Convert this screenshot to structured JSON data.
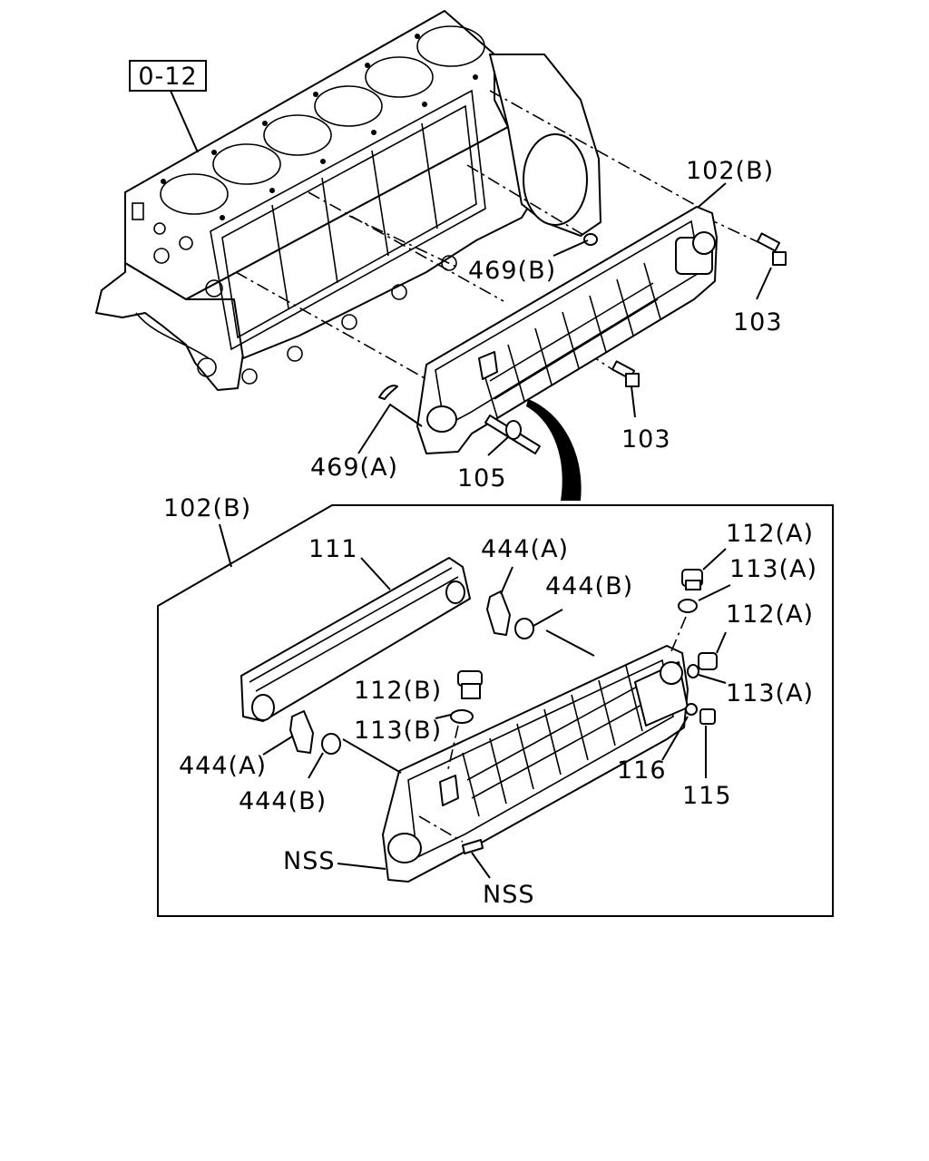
{
  "diagram": {
    "reference_box": "0-12",
    "labels": {
      "l102b_top": "102(B)",
      "l103_a": "103",
      "l469b": "469(B)",
      "l103_b": "103",
      "l469a": "469(A)",
      "l105": "105",
      "l102b_box": "102(B)",
      "l111": "111",
      "l444a_top": "444(A)",
      "l444b_top": "444(B)",
      "l112a_1": "112(A)",
      "l113a_1": "113(A)",
      "l112a_2": "112(A)",
      "l113a_2": "113(A)",
      "l112b": "112(B)",
      "l113b": "113(B)",
      "l116": "116",
      "l115": "115",
      "l444a_bot": "444(A)",
      "l444b_bot": "444(B)",
      "l nss_1": "NSS",
      "lnss_1": "NSS",
      "lnss_2": "NSS"
    }
  }
}
